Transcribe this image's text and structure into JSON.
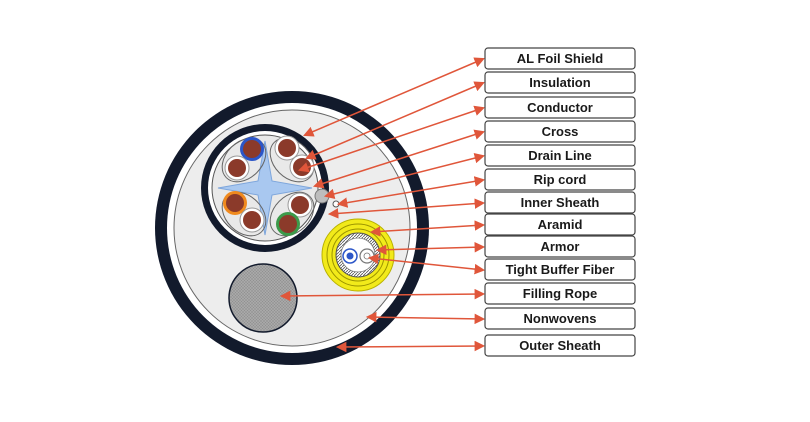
{
  "diagram": {
    "colors": {
      "outer_sheath": "#121a2c",
      "arrow": "#e0563a",
      "cross": "#a9c8f0",
      "conductor": "#8b3a2a",
      "armor": "#f2ea1a",
      "filling_rope": "#a8a8a8",
      "pair_blue": "#2c56c8",
      "pair_orange": "#f08a1e",
      "pair_green": "#3c9a4a"
    },
    "labels": [
      "AL Foil Shield",
      "Insulation",
      "Conductor",
      "Cross",
      "Drain Line",
      "Rip cord",
      "Inner Sheath",
      "Aramid",
      "Armor",
      "Tight Buffer Fiber",
      "Filling Rope",
      "Nonwovens",
      "Outer Sheath"
    ]
  }
}
